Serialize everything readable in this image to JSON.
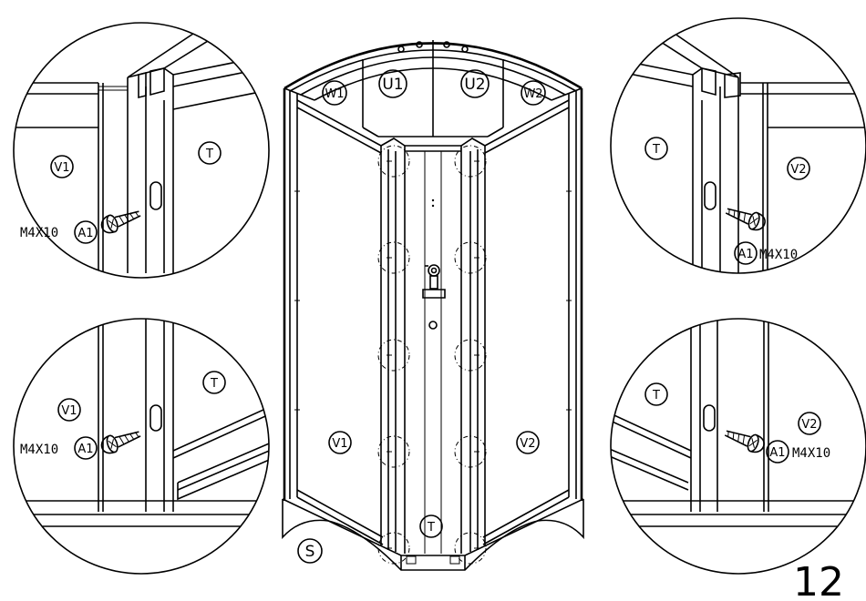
{
  "labels": {
    "panel_v1": "V1",
    "panel_v2": "V2",
    "panel_t": "T",
    "panel_u1": "U1",
    "panel_u2": "U2",
    "panel_w1": "W1",
    "panel_w2": "W2",
    "tray_s": "S",
    "screw_a1": "A1",
    "screw_size": "M4X10"
  },
  "page_number": "12"
}
